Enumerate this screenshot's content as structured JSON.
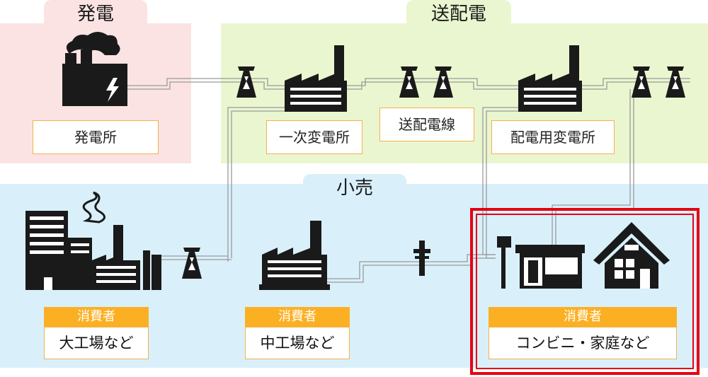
{
  "zones": {
    "generation": {
      "title": "発電",
      "color": "#fbe3e3"
    },
    "transmission": {
      "title": "送配電",
      "color": "#eaf6cf"
    },
    "retail": {
      "title": "小売",
      "color": "#d9f0fb"
    }
  },
  "facilities": {
    "power_plant": "発電所",
    "primary_substation": "一次変電所",
    "transmission_line": "送配電線",
    "distribution_substation": "配電用変電所"
  },
  "consumers": {
    "tag": "消費者",
    "large": "大工場など",
    "medium": "中工場など",
    "small": "コンビニ・家庭など"
  },
  "colors": {
    "consumer_tag": "#fbb023",
    "label_border": "#f6b04a",
    "highlight": "#e60012",
    "icon": "#1a1a1a",
    "wire": "#9a9a9a"
  }
}
